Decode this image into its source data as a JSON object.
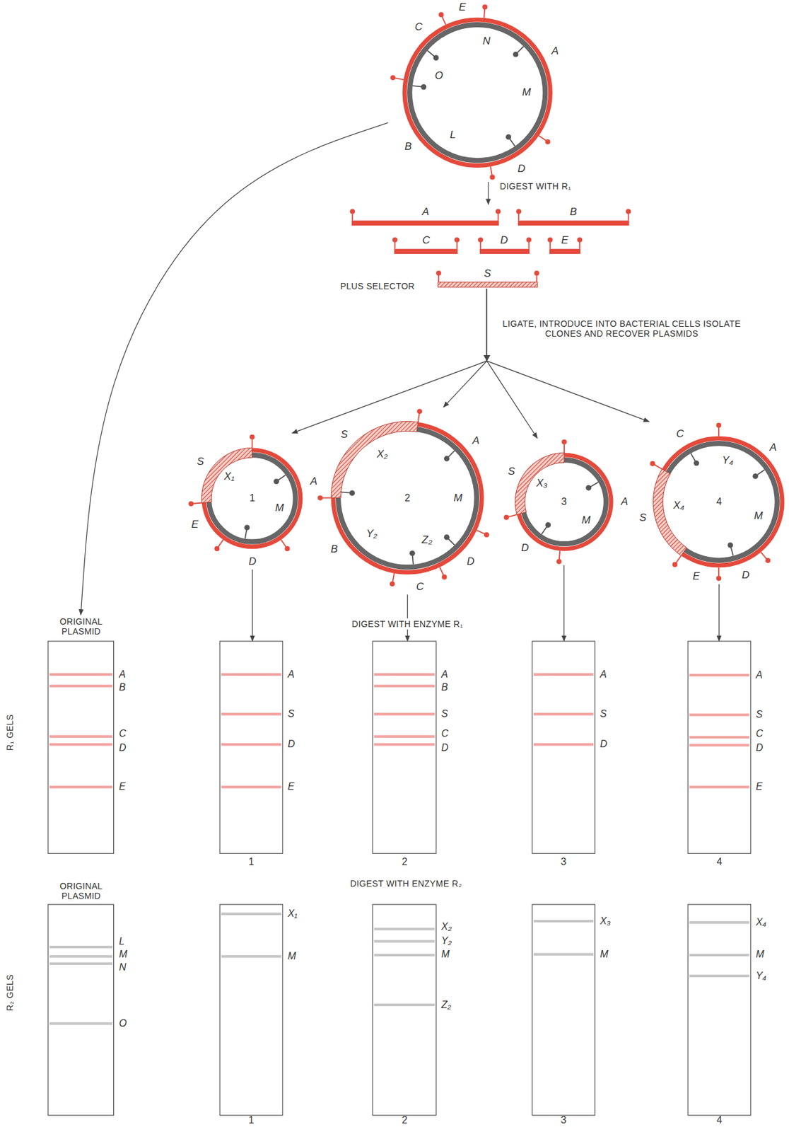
{
  "diagram": {
    "nodes": [
      {
        "text": [
          "C",
          "E",
          "N",
          "A",
          "O",
          "M",
          "B",
          "L",
          "D"
        ]
      },
      {
        "text": [
          "A"
        ]
      },
      {
        "text": [
          "B"
        ]
      },
      {
        "text": [
          "C"
        ]
      },
      {
        "text": [
          "D"
        ]
      },
      {
        "text": [
          "E"
        ]
      },
      {
        "text": [
          "S"
        ]
      },
      {
        "text": [
          "S",
          "X₁",
          "1",
          "A",
          "E",
          "M",
          "D"
        ]
      },
      {
        "text": [
          "S",
          "X₂",
          "A",
          "2",
          "M",
          "B",
          "Y₂",
          "Z₂",
          "D",
          "C"
        ]
      },
      {
        "text": [
          "S",
          "X₃",
          "3",
          "A",
          "D",
          "M"
        ]
      },
      {
        "text": [
          "C",
          "Y₄",
          "A",
          "S",
          "X₄",
          "4",
          "M",
          "E",
          "D"
        ]
      },
      {
        "text": [
          "ORIGINAL PLASMID",
          "A",
          "B",
          "C",
          "D",
          "E"
        ]
      },
      {
        "text": [
          "A",
          "S",
          "D",
          "E",
          "1"
        ]
      },
      {
        "text": [
          "A",
          "B",
          "S",
          "C",
          "D",
          "2"
        ]
      },
      {
        "text": [
          "A",
          "S",
          "D",
          "3"
        ]
      },
      {
        "text": [
          "A",
          "S",
          "C",
          "D",
          "E",
          "4"
        ]
      },
      {
        "text": [
          "ORIGINAL PLASMID",
          "L",
          "M",
          "N",
          "O"
        ]
      },
      {
        "text": [
          "X₁",
          "M",
          "1"
        ]
      },
      {
        "text": [
          "X₂",
          "Y₂",
          "M",
          "Z₂",
          "2"
        ]
      },
      {
        "text": [
          "X₃",
          "M",
          "3"
        ]
      },
      {
        "text": [
          "X₄",
          "M",
          "Y₄",
          "4"
        ]
      }
    ],
    "edges": [
      {
        "from": 0,
        "to": 1,
        "arrow": "to"
      },
      {
        "from": 0,
        "to": 11,
        "arrow": "to"
      },
      {
        "from": 6,
        "to": 7,
        "arrow": "to"
      },
      {
        "from": 6,
        "to": 8,
        "arrow": "to"
      },
      {
        "from": 6,
        "to": 9,
        "arrow": "to"
      },
      {
        "from": 6,
        "to": 10,
        "arrow": "to"
      },
      {
        "from": 7,
        "to": 12,
        "arrow": "to"
      },
      {
        "from": 8,
        "to": 13,
        "arrow": "to",
        "label": "DIGEST WITH ENZYME R₁"
      },
      {
        "from": 9,
        "to": 14,
        "arrow": "to"
      },
      {
        "from": 10,
        "to": 15,
        "arrow": "to"
      }
    ],
    "labels": [
      "DIGEST WITH R₁",
      "PLUS SELECTOR",
      "LIGATE, INTRODUCE INTO BACTERIAL CELLS ISOLATE CLONES AND RECOVER PLASMIDS",
      "DIGEST WITH ENZYME R₂",
      "R₁ GELS",
      "R₂ GELS"
    ]
  }
}
